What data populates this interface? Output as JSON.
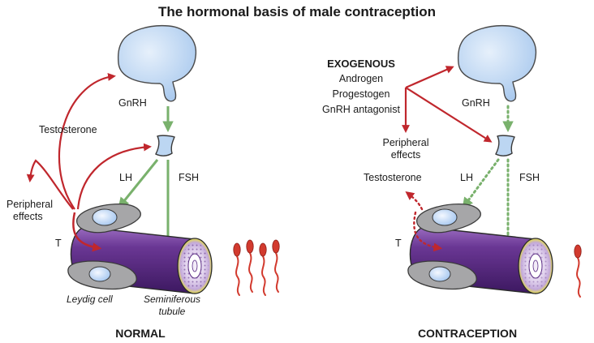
{
  "title": "The hormonal basis of male contraception",
  "normal": {
    "panel_label": "NORMAL",
    "gnrh": "GnRH",
    "testosterone": "Testosterone",
    "peripheral_line1": "Peripheral",
    "peripheral_line2": "effects",
    "lh": "LH",
    "fsh": "FSH",
    "t": "T",
    "leydig": "Leydig cell",
    "tubule_line1": "Seminiferous",
    "tubule_line2": "tubule",
    "sperm_count": 4
  },
  "contraception": {
    "panel_label": "CONTRACEPTION",
    "exogenous": "EXOGENOUS",
    "agents": [
      "Androgen",
      "Progestogen",
      "GnRH antagonist"
    ],
    "gnrh": "GnRH",
    "peripheral_line1": "Peripheral",
    "peripheral_line2": "effects",
    "testosterone": "Testosterone",
    "lh": "LH",
    "fsh": "FSH",
    "t": "T",
    "sperm_count": 1
  },
  "colors": {
    "red_arrow": "#c0272d",
    "green_arrow": "#79b16c",
    "hypothalamus": "#bcd6f2",
    "tubule": "#5b2a82",
    "cell_grey": "#a6a6a8",
    "nucleus": "#dbe9fb",
    "sperm": "#d23a2e",
    "tubule_rim": "#e8e04a"
  }
}
